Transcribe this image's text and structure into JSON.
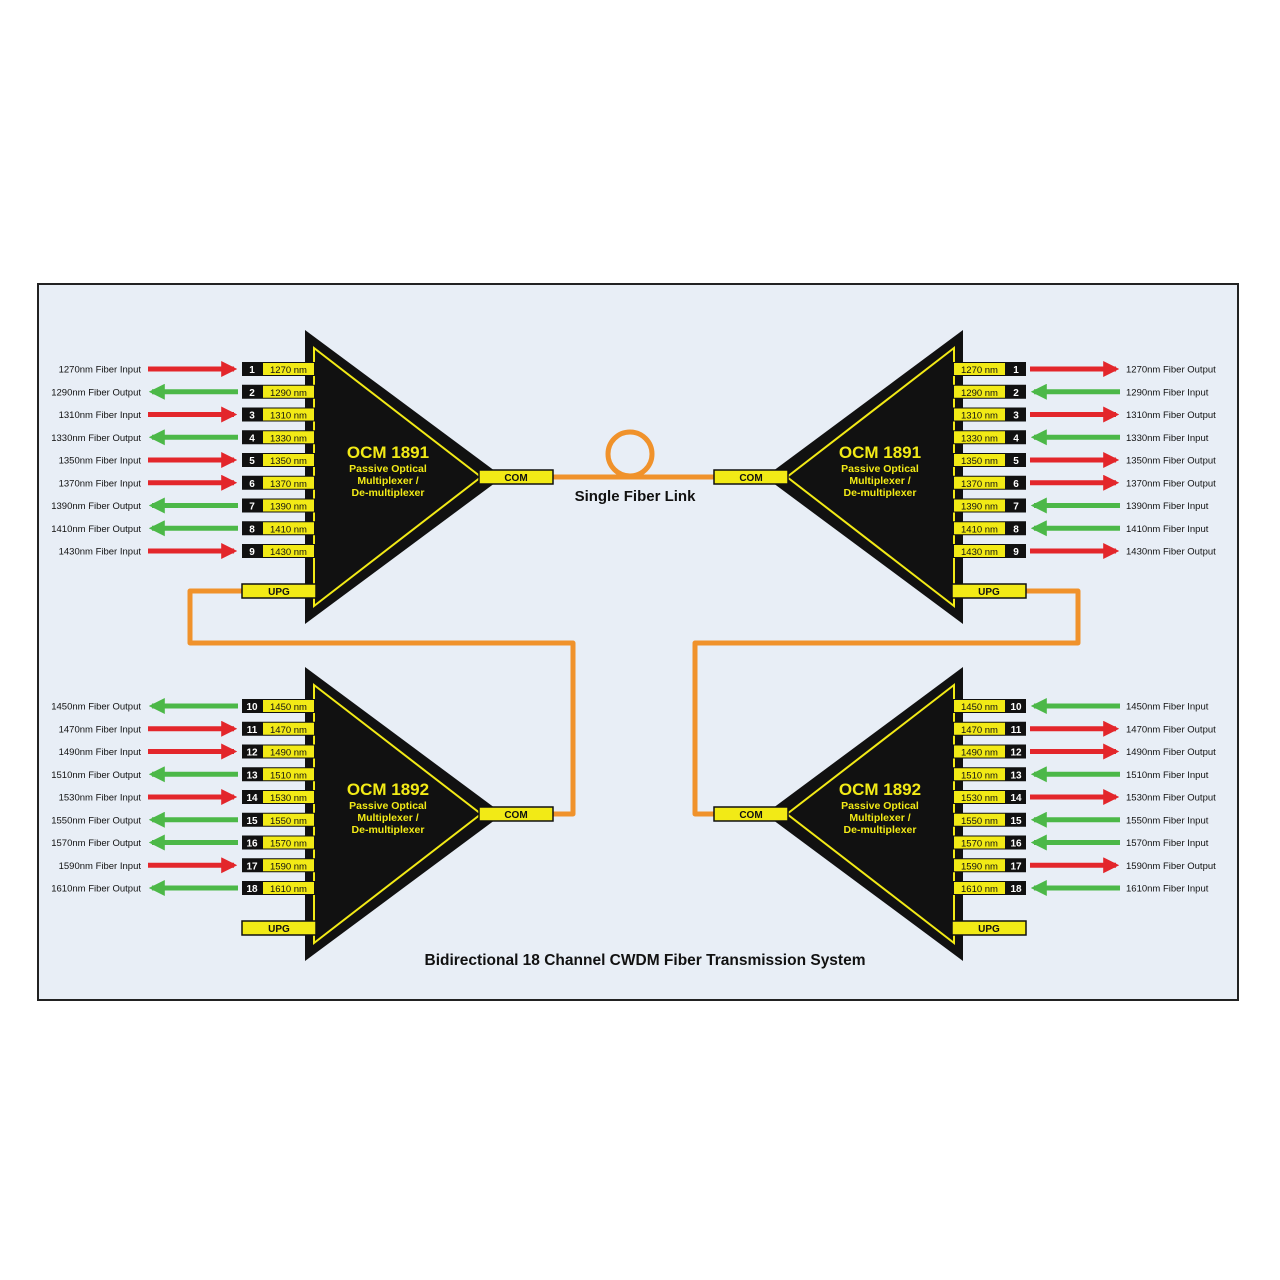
{
  "title": "Bidirectional 18 Channel CWDM Fiber Transmission System",
  "link_label": "Single Fiber Link",
  "colors": {
    "panel_bg": "#e8eef6",
    "triangle": "#111111",
    "accent": "#f2ea16",
    "fiber": "#f0922b",
    "input_arrow": "#e3262b",
    "output_arrow": "#4cb848"
  },
  "units": [
    {
      "id": "top-left",
      "model": "OCM 1891",
      "desc": [
        "Passive Optical",
        "Multiplexer /",
        "De-multiplexer"
      ],
      "com": "COM",
      "upg": "UPG",
      "ports": [
        {
          "ch": "1",
          "nm": "1270 nm",
          "label": "1270nm Fiber Input",
          "dir": "in"
        },
        {
          "ch": "2",
          "nm": "1290 nm",
          "label": "1290nm Fiber Output",
          "dir": "out"
        },
        {
          "ch": "3",
          "nm": "1310 nm",
          "label": "1310nm Fiber Input",
          "dir": "in"
        },
        {
          "ch": "4",
          "nm": "1330 nm",
          "label": "1330nm Fiber Output",
          "dir": "out"
        },
        {
          "ch": "5",
          "nm": "1350 nm",
          "label": "1350nm Fiber Input",
          "dir": "in"
        },
        {
          "ch": "6",
          "nm": "1370 nm",
          "label": "1370nm Fiber Input",
          "dir": "in"
        },
        {
          "ch": "7",
          "nm": "1390 nm",
          "label": "1390nm Fiber Output",
          "dir": "out"
        },
        {
          "ch": "8",
          "nm": "1410 nm",
          "label": "1410nm Fiber Output",
          "dir": "out"
        },
        {
          "ch": "9",
          "nm": "1430 nm",
          "label": "1430nm Fiber Input",
          "dir": "in"
        }
      ]
    },
    {
      "id": "top-right",
      "model": "OCM 1891",
      "desc": [
        "Passive Optical",
        "Multiplexer /",
        "De-multiplexer"
      ],
      "com": "COM",
      "upg": "UPG",
      "ports": [
        {
          "ch": "1",
          "nm": "1270 nm",
          "label": "1270nm Fiber Output",
          "dir": "out"
        },
        {
          "ch": "2",
          "nm": "1290 nm",
          "label": "1290nm Fiber Input",
          "dir": "in"
        },
        {
          "ch": "3",
          "nm": "1310 nm",
          "label": "1310nm Fiber Output",
          "dir": "out"
        },
        {
          "ch": "4",
          "nm": "1330 nm",
          "label": "1330nm Fiber Input",
          "dir": "in"
        },
        {
          "ch": "5",
          "nm": "1350 nm",
          "label": "1350nm Fiber Output",
          "dir": "out"
        },
        {
          "ch": "6",
          "nm": "1370 nm",
          "label": "1370nm Fiber Output",
          "dir": "out"
        },
        {
          "ch": "7",
          "nm": "1390 nm",
          "label": "1390nm Fiber Input",
          "dir": "in"
        },
        {
          "ch": "8",
          "nm": "1410 nm",
          "label": "1410nm Fiber Input",
          "dir": "in"
        },
        {
          "ch": "9",
          "nm": "1430 nm",
          "label": "1430nm Fiber Output",
          "dir": "out"
        }
      ]
    },
    {
      "id": "bottom-left",
      "model": "OCM 1892",
      "desc": [
        "Passive Optical",
        "Multiplexer /",
        "De-multiplexer"
      ],
      "com": "COM",
      "upg": "UPG",
      "ports": [
        {
          "ch": "10",
          "nm": "1450 nm",
          "label": "1450nm Fiber Output",
          "dir": "out"
        },
        {
          "ch": "11",
          "nm": "1470 nm",
          "label": "1470nm Fiber Input",
          "dir": "in"
        },
        {
          "ch": "12",
          "nm": "1490 nm",
          "label": "1490nm Fiber Input",
          "dir": "in"
        },
        {
          "ch": "13",
          "nm": "1510 nm",
          "label": "1510nm Fiber Output",
          "dir": "out"
        },
        {
          "ch": "14",
          "nm": "1530 nm",
          "label": "1530nm Fiber Input",
          "dir": "in"
        },
        {
          "ch": "15",
          "nm": "1550 nm",
          "label": "1550nm Fiber Output",
          "dir": "out"
        },
        {
          "ch": "16",
          "nm": "1570 nm",
          "label": "1570nm Fiber Output",
          "dir": "out"
        },
        {
          "ch": "17",
          "nm": "1590 nm",
          "label": "1590nm Fiber Input",
          "dir": "in"
        },
        {
          "ch": "18",
          "nm": "1610 nm",
          "label": "1610nm Fiber Output",
          "dir": "out"
        }
      ]
    },
    {
      "id": "bottom-right",
      "model": "OCM 1892",
      "desc": [
        "Passive Optical",
        "Multiplexer /",
        "De-multiplexer"
      ],
      "com": "COM",
      "upg": "UPG",
      "ports": [
        {
          "ch": "10",
          "nm": "1450 nm",
          "label": "1450nm Fiber Input",
          "dir": "in"
        },
        {
          "ch": "11",
          "nm": "1470 nm",
          "label": "1470nm Fiber Output",
          "dir": "out"
        },
        {
          "ch": "12",
          "nm": "1490 nm",
          "label": "1490nm Fiber Output",
          "dir": "out"
        },
        {
          "ch": "13",
          "nm": "1510 nm",
          "label": "1510nm Fiber Input",
          "dir": "in"
        },
        {
          "ch": "14",
          "nm": "1530 nm",
          "label": "1530nm Fiber Output",
          "dir": "out"
        },
        {
          "ch": "15",
          "nm": "1550 nm",
          "label": "1550nm Fiber Input",
          "dir": "in"
        },
        {
          "ch": "16",
          "nm": "1570 nm",
          "label": "1570nm Fiber Input",
          "dir": "in"
        },
        {
          "ch": "17",
          "nm": "1590 nm",
          "label": "1590nm Fiber Output",
          "dir": "out"
        },
        {
          "ch": "18",
          "nm": "1610 nm",
          "label": "1610nm Fiber Input",
          "dir": "in"
        }
      ]
    }
  ]
}
